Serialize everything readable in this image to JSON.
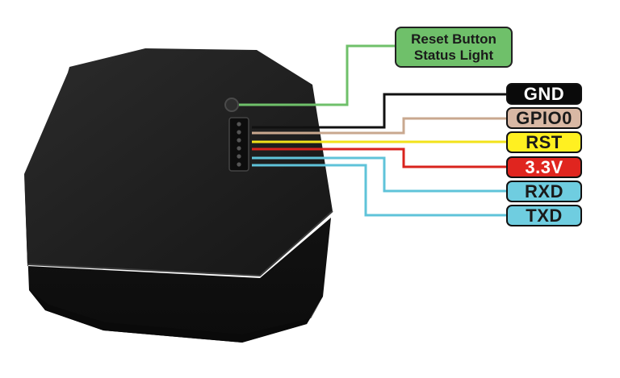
{
  "callout": {
    "line1": "Reset Button",
    "line2": "Status Light",
    "color": "#6fc06a"
  },
  "pins": [
    {
      "label": "GND",
      "fill": "#0a0a0a",
      "text_color": "#ffffff",
      "wire": "#111111"
    },
    {
      "label": "GPIO0",
      "fill": "#d9b8a4",
      "text_color": "#1a1a1a",
      "wire": "#c9a88f"
    },
    {
      "label": "RST",
      "fill": "#fff021",
      "text_color": "#1a1a1a",
      "wire": "#f2e21a"
    },
    {
      "label": "3.3V",
      "fill": "#e0251f",
      "text_color": "#ffffff",
      "wire": "#d9231d"
    },
    {
      "label": "RXD",
      "fill": "#6fcde0",
      "text_color": "#1a1a1a",
      "wire": "#5fc3d9"
    },
    {
      "label": "TXD",
      "fill": "#6fcde0",
      "text_color": "#1a1a1a",
      "wire": "#5fc3d9"
    }
  ],
  "device": {
    "body_color": "#1c1c1c"
  }
}
